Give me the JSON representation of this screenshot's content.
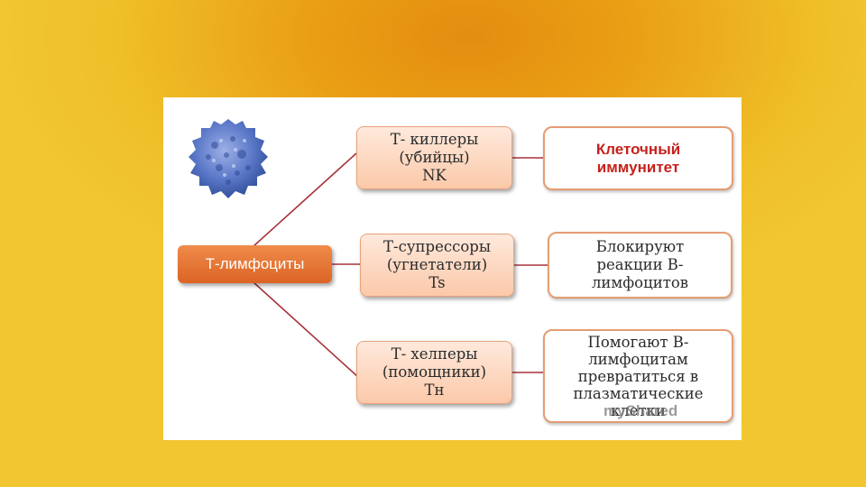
{
  "diagram": {
    "root": {
      "label": "Т-лимфоциты"
    },
    "branches": [
      {
        "type": "Т- киллеры\n(убийцы)\nNK",
        "function": "Клеточный\nиммунитет"
      },
      {
        "type": "Т-супрессоры\n(угнетатели)\nTs",
        "function": "Блокируют\nреакции В-\nлимфоцитов"
      },
      {
        "type": "Т- хелперы\n(помощники)\nTн",
        "function": "Помогают В-\nлимфоцитам\nпревратиться в\nплазматические\nклетки"
      }
    ]
  },
  "colors": {
    "root_fill": "#dc6424",
    "accent_text": "#c6211d",
    "connector": "#a8333a",
    "background": "#efbf28"
  },
  "watermark": {
    "text": "myShared"
  }
}
